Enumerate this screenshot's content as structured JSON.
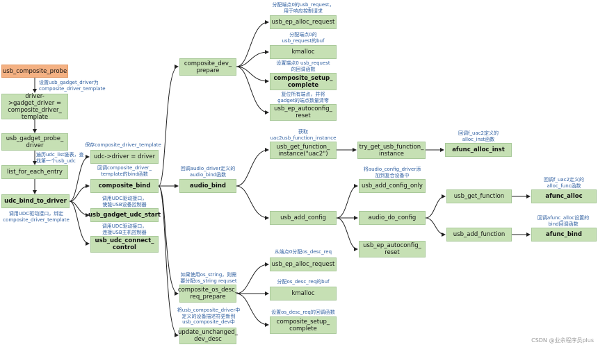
{
  "boxes": {
    "probe": "usb_composite_probe",
    "driver_tmpl": "driver->gadget_driver =\ncomposite_driver_\ntemplate",
    "gadget_probe": "usb_gadget_probe_\ndriver",
    "list_each": "list_for_each_entry",
    "udc_bind_to_driver": "udc_bind_to_driver",
    "udc_driver": "udc->driver = driver",
    "composite_bind": "composite_bind",
    "gadget_udc_start": "usb_gadget_udc_start",
    "udc_connect": "usb_udc_connect_\ncontrol",
    "dev_prepare": "composite_dev_\nprepare",
    "ep_alloc_1": "usb_ep_alloc_request",
    "kmalloc_1": "kmalloc",
    "setup_complete_1": "composite_setup_\ncomplete",
    "autoconfig_reset_1": "usb_ep_autoconfig_\nreset",
    "audio_bind": "audio_bind",
    "get_function_instance": "usb_get_function_\ninstance(\"uac2\")",
    "try_get_instance": "try_get_usb_function_\ninstance",
    "afunc_alloc_inst": "afunc_alloc_inst",
    "add_config": "usb_add_config",
    "add_config_only": "usb_add_config_only",
    "audio_do_config": "audio_do_config",
    "autoconfig_reset_2": "usb_ep_autoconfig_\nreset",
    "get_function": "usb_get_function",
    "afunc_alloc": "afunc_alloc",
    "add_function": "usb_add_function",
    "afunc_bind": "afunc_bind",
    "os_desc_prepare": "composite_os_desc_\nreq_prepare",
    "ep_alloc_2": "usb_ep_alloc_request",
    "kmalloc_2": "kmalloc",
    "setup_complete_2": "composite_setup_\ncomplete",
    "update_unchanged": "update_unchanged_\ndev_desc"
  },
  "annotations": {
    "a_template": "设置usb_gadget_driver为\ncomposite_driver_template",
    "a_list": "遍历udc_list链表，查\n找第一个usb_udc",
    "a_bind_udc": "调用UDC驱动接口，绑定\ncomposite_driver_template",
    "a_save": "保存composite_driver_template",
    "a_callbind": "回调composite_driver_\ntemplate的bind函数",
    "a_udc_start": "调用UDC驱动接口，\n使能USB设备控制器",
    "a_udc_connect": "调用UDC驱动接口，\n连接USB主机控制器",
    "a_ep_alloc": "分配端点0的usb_request，\n用于响应控制请求",
    "a_kmalloc": "分配端点0的\nusb_request的buf",
    "a_setup_cb": "设置端点0 usb_request\n的回调函数",
    "a_reset": "复位所有端点，并将\ngadget的端点数量清零",
    "a_audio_bind": "回调audio_driver定义的\naudio_bind函数",
    "a_get_instance": "获取\nuac2usb_function_instance",
    "a_alloc_inst": "回调f_uac2定义的\nalloc_inst函数",
    "a_add_config": "将audio_config_driver添\n加到复合设备中",
    "a_alloc_func": "回调f_uac2定义的\nalloc_func函数",
    "a_bind_func": "回调afunc_alloc设置的\nbind回调函数",
    "a_os_string": "如果使用os_string，则需\n要分配os_string requset",
    "a_os_desc_req": "从端点0分配os_desc_req",
    "a_os_desc_buf": "分配os_desc_req的buf",
    "a_os_desc_cb": "设置os_desc_req的回调函数",
    "a_update": "将usb_composite_driver中\n定义的设备描述符更新到\nusb_composite_dev中"
  },
  "watermark": "CSDN @业余程序员plus",
  "colors": {
    "box": "#c6e0b4",
    "probe": "#f4b183",
    "annotation": "#2f5fa0",
    "line": "#222222"
  }
}
